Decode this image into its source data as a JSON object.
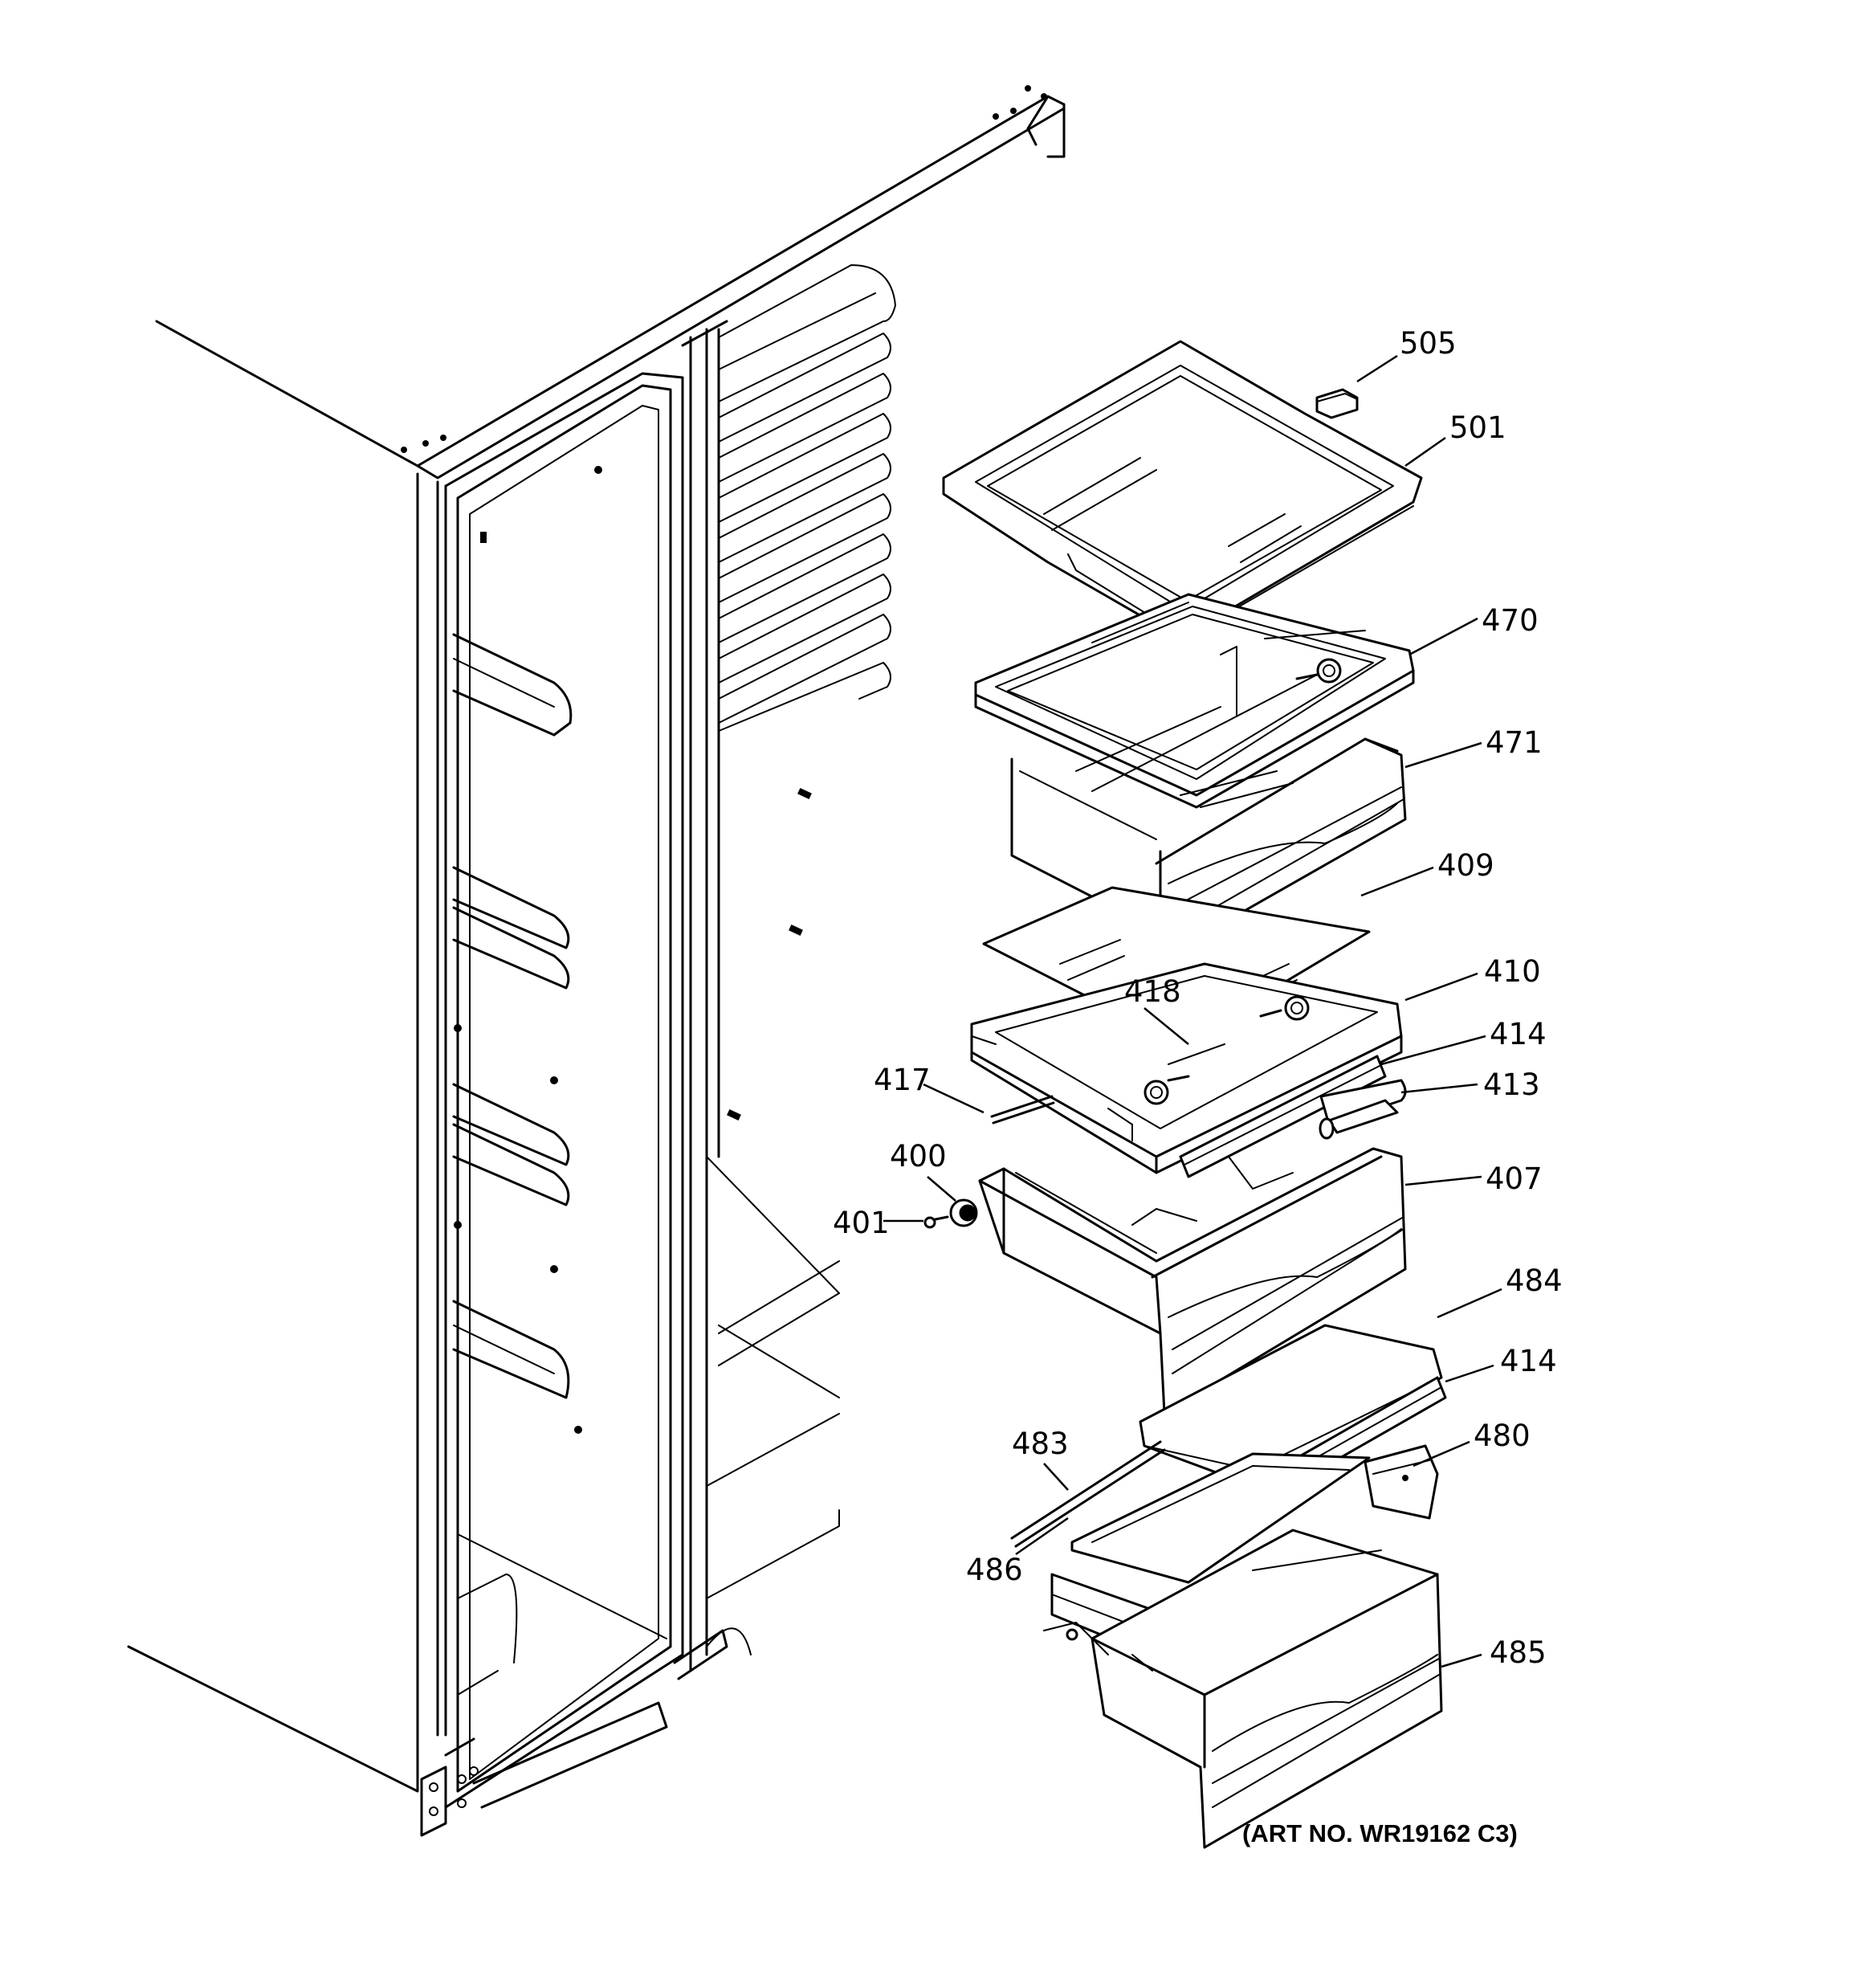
{
  "callouts": [
    {
      "id": "505",
      "text": "505"
    },
    {
      "id": "501",
      "text": "501"
    },
    {
      "id": "470",
      "text": "470"
    },
    {
      "id": "471",
      "text": "471"
    },
    {
      "id": "409",
      "text": "409"
    },
    {
      "id": "410",
      "text": "410"
    },
    {
      "id": "418",
      "text": "418"
    },
    {
      "id": "414a",
      "text": "414"
    },
    {
      "id": "417",
      "text": "417"
    },
    {
      "id": "413",
      "text": "413"
    },
    {
      "id": "400",
      "text": "400"
    },
    {
      "id": "401",
      "text": "401"
    },
    {
      "id": "407",
      "text": "407"
    },
    {
      "id": "484",
      "text": "484"
    },
    {
      "id": "414b",
      "text": "414"
    },
    {
      "id": "483",
      "text": "483"
    },
    {
      "id": "480",
      "text": "480"
    },
    {
      "id": "486",
      "text": "486"
    },
    {
      "id": "485",
      "text": "485"
    }
  ],
  "art_number": "(ART NO. WR19162 C3)"
}
